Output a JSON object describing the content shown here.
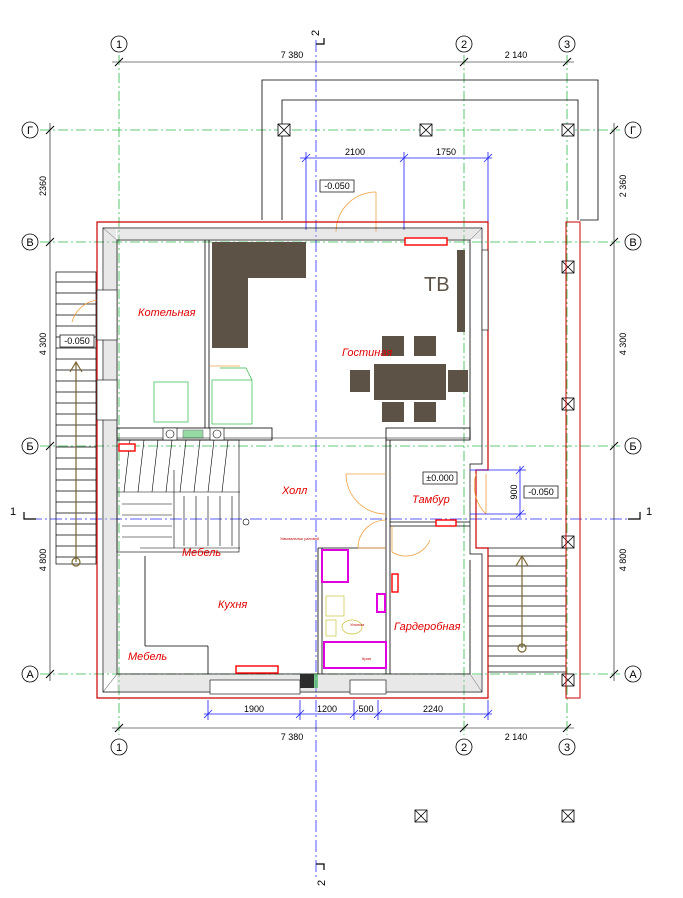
{
  "axes": {
    "col_1": "1",
    "col_2": "2",
    "col_3": "3",
    "row_A": "А",
    "row_B": "Б",
    "row_V": "В",
    "row_G": "Г",
    "section_left": "1",
    "section_right": "1",
    "section_top": "2",
    "section_bottom": "2"
  },
  "dimensions": {
    "top_span_1_2": "7 380",
    "top_span_2_3": "2 140",
    "bottom_span_1_2": "7 380",
    "bottom_span_2_3": "2 140",
    "left_g_v": "2360",
    "left_v_b": "4 300",
    "left_b_a": "4 800",
    "right_g_v": "2 360",
    "right_v_b": "4 300",
    "right_b_a": "4 800",
    "terrace_left": "2100",
    "terrace_right": "1750",
    "vestibule_depth": "900",
    "bottom_seg_1": "1900",
    "bottom_seg_2": "1200",
    "bottom_seg_3": "500",
    "bottom_seg_4": "2240"
  },
  "levels": {
    "terrace": "-0.050",
    "left_entrance": "-0.050",
    "floor": "±0.000",
    "right_entrance": "-0.050"
  },
  "rooms": {
    "boiler": "Котельная",
    "living": "Гостиная",
    "hall": "Холл",
    "vestibule": "Тамбур",
    "kitchen": "Кухня",
    "furniture_upper": "Мебель",
    "furniture_lower": "Мебель",
    "wardrobe": "Гардеробная"
  },
  "labels": {
    "tv": "ТВ",
    "washbasin": "Умывальник угловой",
    "toilet": "Унитаз",
    "tap": "Кран"
  },
  "colors": {
    "axis_line": "#2fb84a",
    "dim_line": "#1a1aff",
    "wall": "#cc0000",
    "furniture": "#5c5346",
    "plumbing": "#e000e0",
    "radiator": "#ff0000"
  }
}
